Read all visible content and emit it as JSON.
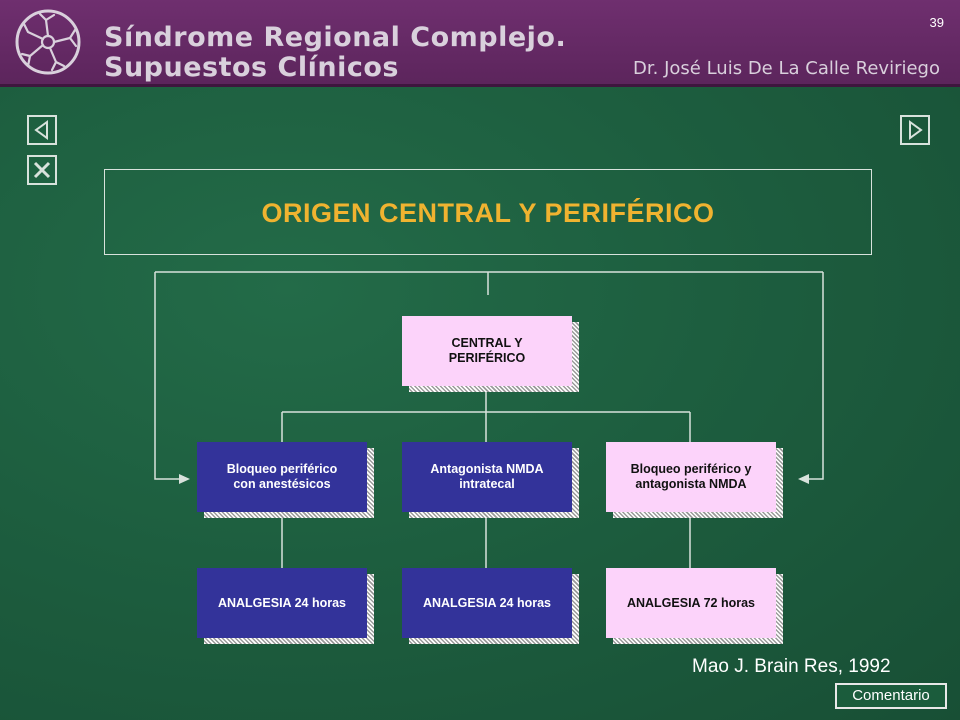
{
  "header": {
    "title_line1": "Síndrome Regional Complejo.",
    "title_line2": "Supuestos Clínicos",
    "author": "Dr. José Luis De La Calle Reviriego",
    "page_number": "39"
  },
  "diagram": {
    "title": "ORIGEN CENTRAL Y PERIFÉRICO",
    "root": "CENTRAL Y\nPERIFÉRICO",
    "treatments": [
      "Bloqueo periférico\ncon anestésicos",
      "Antagonista NMDA\nintratecal",
      "Bloqueo periférico y\nantagonista NMDA"
    ],
    "outcomes": [
      "ANALGESIA 24 horas",
      "ANALGESIA 24 horas",
      "ANALGESIA 72 horas"
    ]
  },
  "citation": "Mao J. Brain Res, 1992",
  "comment_button": "Comentario",
  "colors": {
    "background": "#1d5e3f",
    "header": "#5c255c",
    "title_accent": "#f0b330",
    "node_pink": "#fcd3fa",
    "node_blue": "#33339a"
  },
  "icons": [
    "logo-icon",
    "prev-arrow-icon",
    "next-arrow-icon",
    "close-icon"
  ]
}
